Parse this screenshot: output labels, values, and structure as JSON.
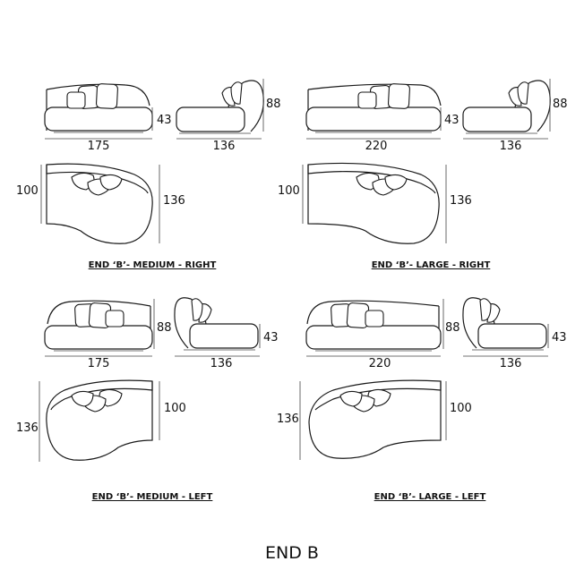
{
  "sheet_title": "END B",
  "variants": [
    {
      "caption": "END ‘B’- MEDIUM - RIGHT",
      "front_width": "175",
      "seat_height": "43",
      "side_depth": "136",
      "back_height": "88",
      "plan_short": "100",
      "plan_long": "136"
    },
    {
      "caption": "END ‘B’- LARGE - RIGHT",
      "front_width": "220",
      "seat_height": "43",
      "side_depth": "136",
      "back_height": "88",
      "plan_short": "100",
      "plan_long": "136"
    },
    {
      "caption": "END ‘B’- MEDIUM - LEFT",
      "front_width": "175",
      "seat_height": "43",
      "side_depth": "136",
      "back_height": "88",
      "plan_short": "100",
      "plan_long": "136"
    },
    {
      "caption": "END ‘B’- LARGE - LEFT",
      "front_width": "220",
      "seat_height": "43",
      "side_depth": "136",
      "back_height": "88",
      "plan_short": "100",
      "plan_long": "136"
    }
  ]
}
